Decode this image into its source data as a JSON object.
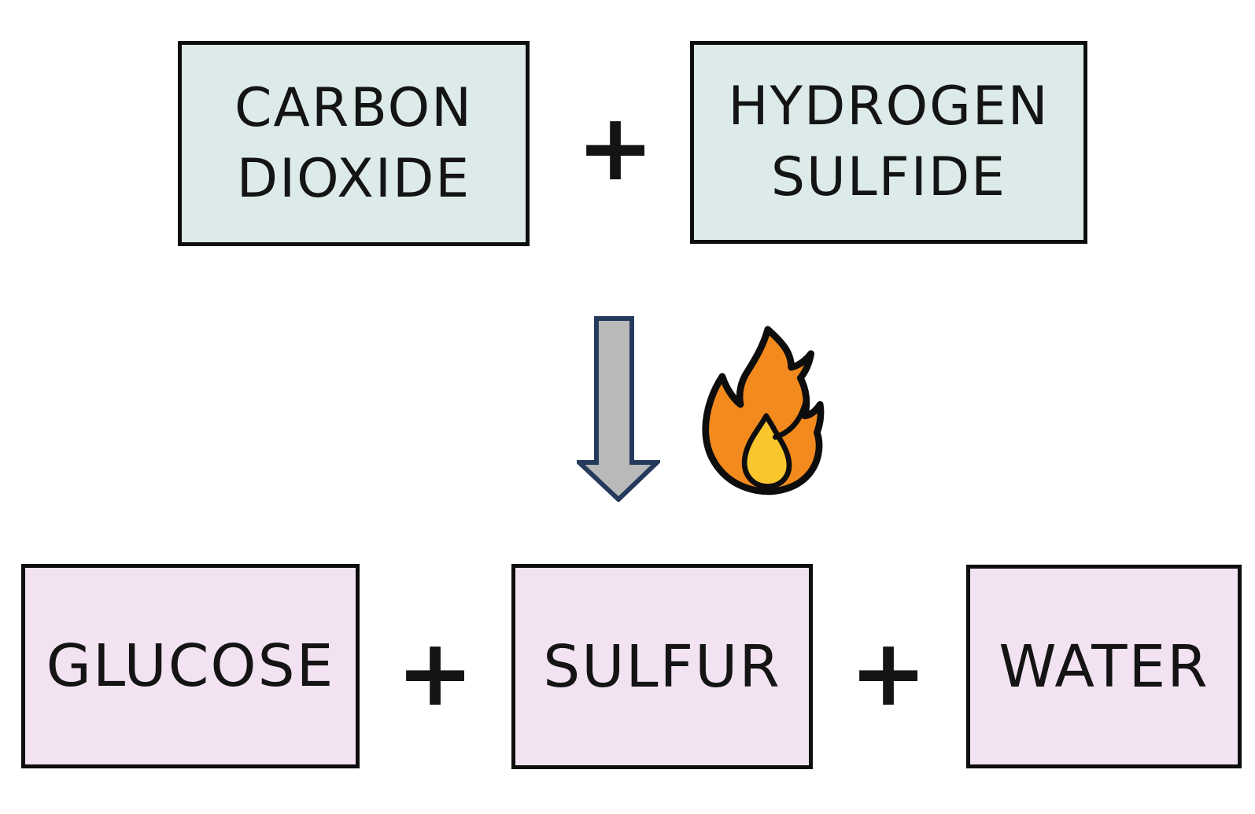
{
  "diagram": {
    "title_semantic": "chemosynthesis reaction equation diagram",
    "reactants": [
      {
        "name": "carbon-dioxide",
        "line1": "CARBON",
        "line2": "DIOXIDE",
        "fill": "#dcebea"
      },
      {
        "name": "hydrogen-sulfide",
        "line1": "HYDROGEN",
        "line2": "SULFIDE",
        "fill": "#dcebea"
      }
    ],
    "products": [
      {
        "name": "glucose",
        "label": "GLUCOSE",
        "fill": "#f3e3f2"
      },
      {
        "name": "sulfur",
        "label": "SULFUR",
        "fill": "#f3e3f2"
      },
      {
        "name": "water",
        "label": "WATER",
        "fill": "#f3e3f2"
      }
    ],
    "operators": {
      "plus": "+"
    },
    "icons": {
      "arrow": "down-arrow-icon",
      "fire": "fire-icon"
    },
    "colors": {
      "background": "#ffffff",
      "box_border": "#0e0e0e",
      "reactant_fill": "#dcebea",
      "product_fill": "#f3e3f2",
      "text": "#141414",
      "arrow_fill": "#b9b9b9",
      "arrow_stroke": "#24395c",
      "flame_body": "#f28a1d",
      "flame_core": "#fac62e",
      "flame_outline": "#0d0d0d"
    }
  }
}
